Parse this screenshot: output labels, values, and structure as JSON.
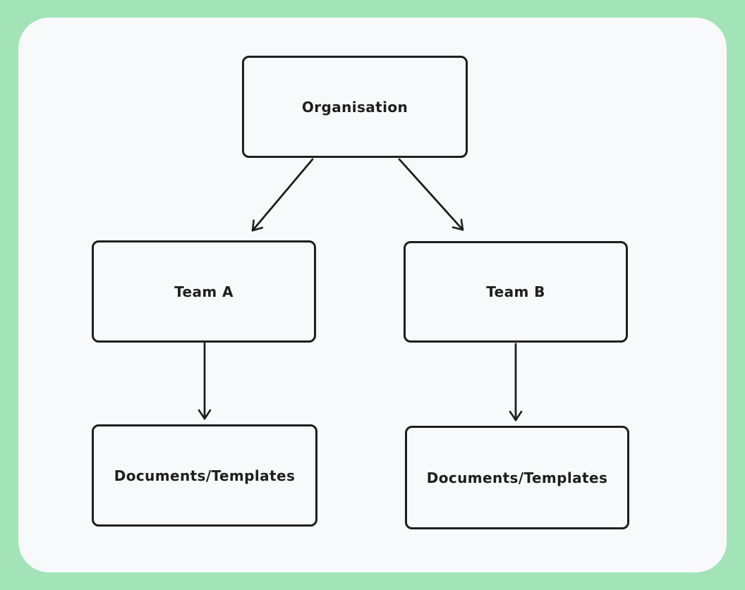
{
  "canvas": {
    "colors": {
      "background": "#a2e4b8",
      "panel": "#f8f9fb",
      "ink": "#1e1e1e"
    }
  },
  "diagram": {
    "type": "flowchart",
    "style": "hand-drawn",
    "nodes": {
      "organisation": {
        "label": "Organisation"
      },
      "team_a": {
        "label": "Team A"
      },
      "team_b": {
        "label": "Team B"
      },
      "docs_a": {
        "label": "Documents/Templates"
      },
      "docs_b": {
        "label": "Documents/Templates"
      }
    },
    "edges": [
      {
        "from": "Organisation",
        "to": "Team A",
        "direction": "down-left"
      },
      {
        "from": "Organisation",
        "to": "Team B",
        "direction": "down-right"
      },
      {
        "from": "Team A",
        "to": "Documents/Templates",
        "direction": "down"
      },
      {
        "from": "Team B",
        "to": "Documents/Templates",
        "direction": "down"
      }
    ]
  }
}
